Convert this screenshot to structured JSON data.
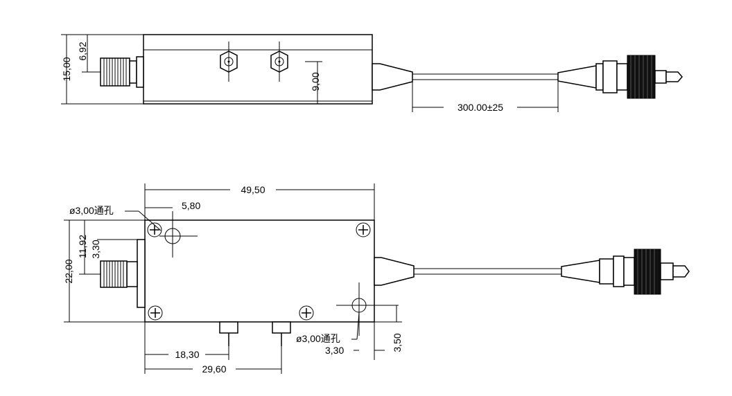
{
  "side_view": {
    "dim_height": "15,00",
    "dim_connector_offset": "6,92",
    "dim_hole_spacing": "9,00",
    "dim_cable_length": "300.00±25"
  },
  "top_view": {
    "dim_length": "49,50",
    "dim_hole_offset": "5,80",
    "dim_hole_top_label": "ø3,00通孔",
    "dim_width": "22,00",
    "dim_connector_offset": "11,92",
    "dim_connector_small": "3,30",
    "dim_pin1": "18,30",
    "dim_pin2": "29,60",
    "dim_hole_bottom_label": "ø3,00通孔",
    "dim_hole_bottom_small": "3,30",
    "dim_hole_bottom_vertical": "3,50"
  }
}
